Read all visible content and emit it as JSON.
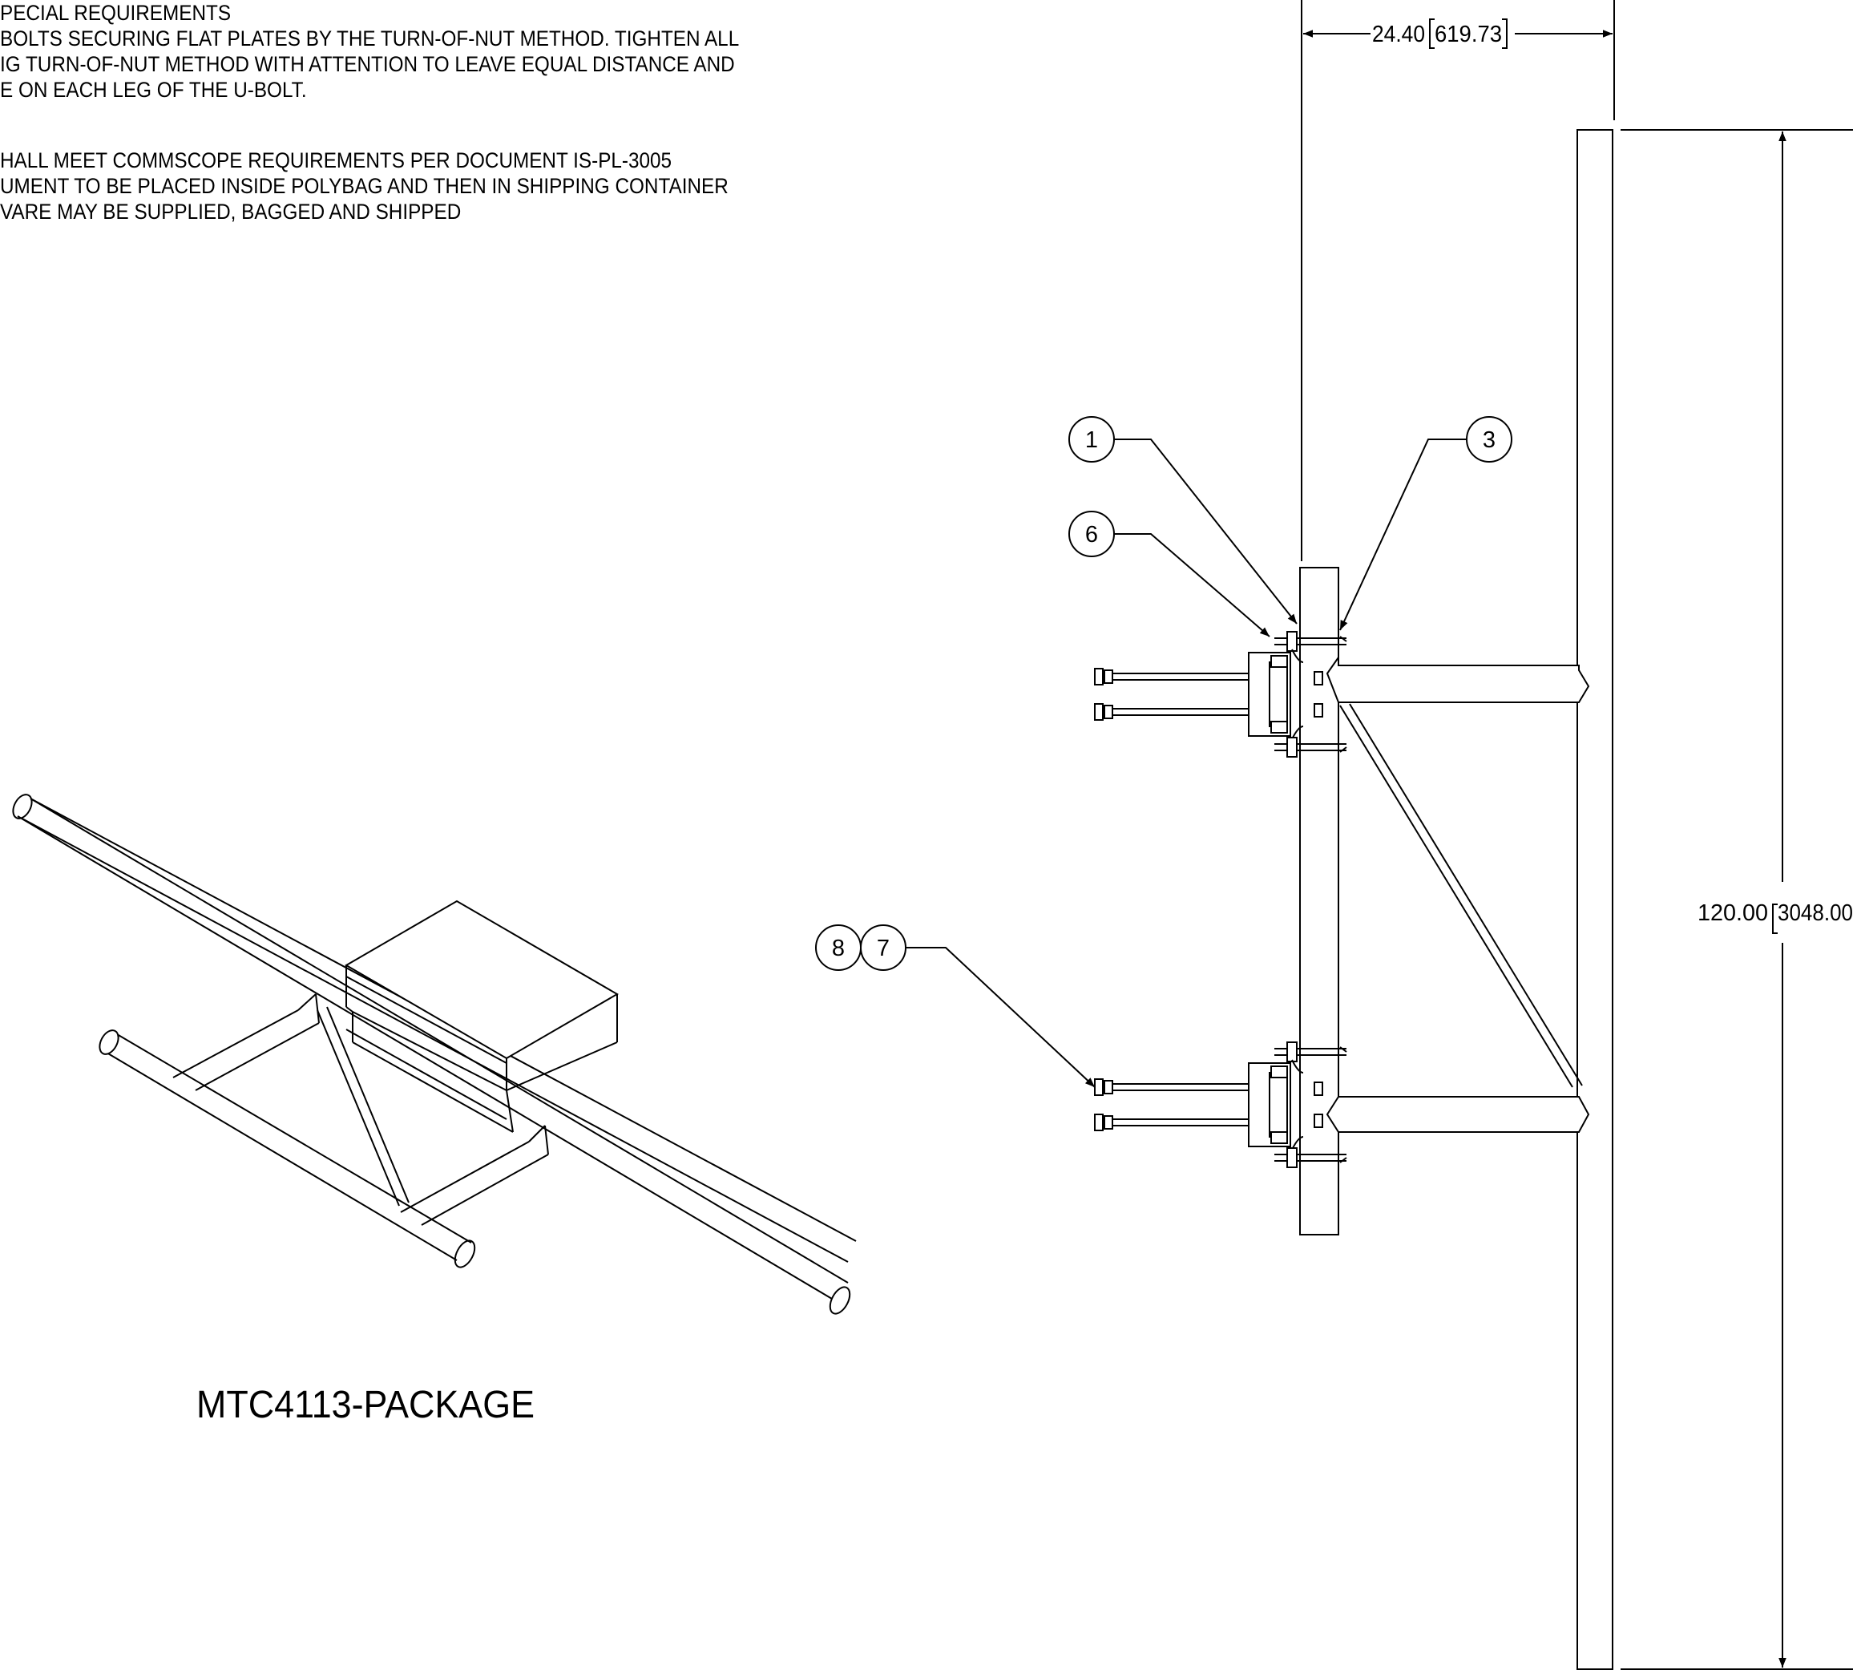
{
  "notes": {
    "lines_top": [
      "PECIAL REQUIREMENTS",
      "BOLTS SECURING FLAT PLATES BY THE TURN-OF-NUT METHOD. TIGHTEN ALL",
      "IG TURN-OF-NUT METHOD WITH ATTENTION TO LEAVE EQUAL DISTANCE AND",
      "E ON EACH LEG OF THE U-BOLT."
    ],
    "lines_bottom": [
      "HALL MEET COMMSCOPE REQUIREMENTS PER DOCUMENT IS-PL-3005",
      "UMENT TO BE PLACED INSIDE POLYBAG AND THEN IN SHIPPING CONTAINER",
      "VARE MAY BE SUPPLIED, BAGGED AND SHIPPED"
    ]
  },
  "package_view": {
    "label": "MTC4113-PACKAGE"
  },
  "dimensions": {
    "width": {
      "value": "24.40",
      "metric": "619.73"
    },
    "height": {
      "value": "120.00",
      "metric": "3048.00"
    }
  },
  "balloons": {
    "b1": "1",
    "b3": "3",
    "b6": "6",
    "b7": "7",
    "b8": "8"
  },
  "colors": {
    "line": "#000000",
    "background": "#ffffff"
  }
}
